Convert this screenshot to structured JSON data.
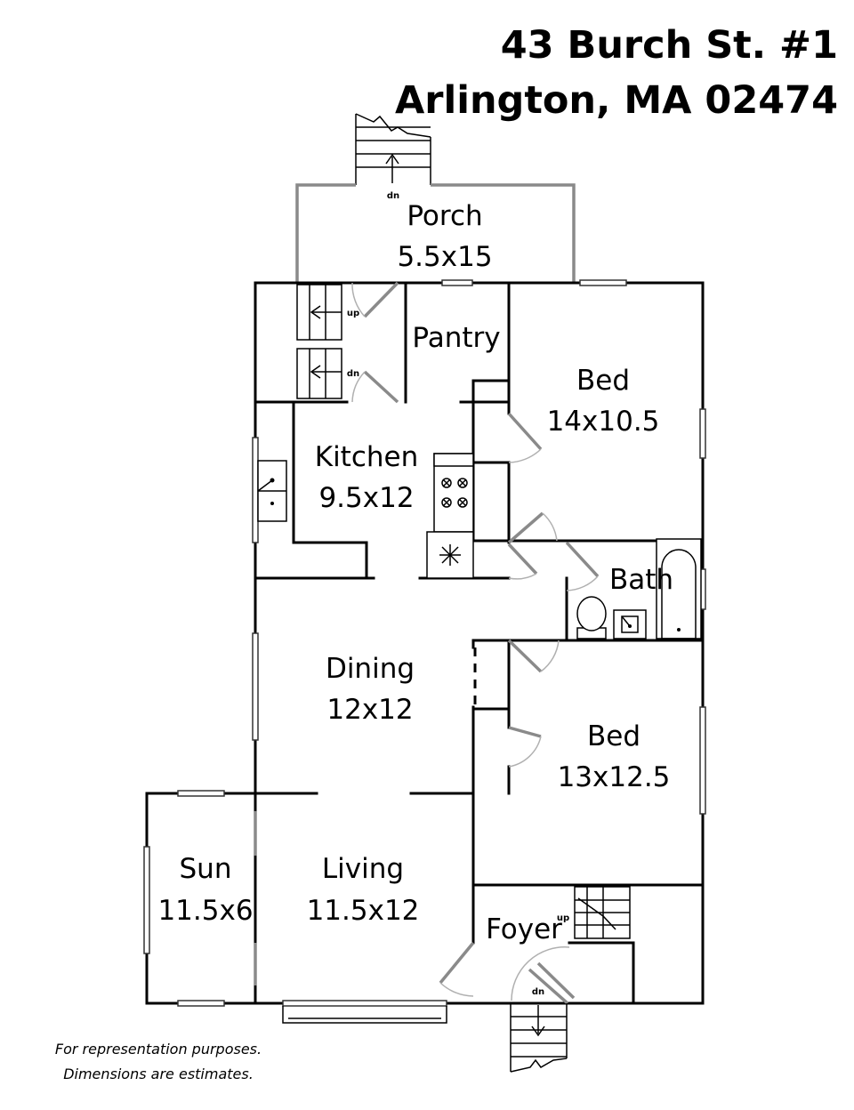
{
  "header": {
    "address_line1": "43 Burch St. #1",
    "address_line2": "Arlington, MA 02474"
  },
  "rooms": {
    "porch": {
      "name": "Porch",
      "dims": "5.5x15"
    },
    "pantry": {
      "name": "Pantry"
    },
    "bed1": {
      "name": "Bed",
      "dims": "14x10.5"
    },
    "kitchen": {
      "name": "Kitchen",
      "dims": "9.5x12"
    },
    "bath": {
      "name": "Bath"
    },
    "dining": {
      "name": "Dining",
      "dims": "12x12"
    },
    "bed2": {
      "name": "Bed",
      "dims": "13x12.5"
    },
    "sun": {
      "name": "Sun",
      "dims": "11.5x6"
    },
    "living": {
      "name": "Living",
      "dims": "11.5x12"
    },
    "foyer": {
      "name": "Foyer"
    }
  },
  "stair_labels": {
    "porch_stairs": "dn",
    "rear_up": "up",
    "rear_dn": "dn",
    "foyer_up": "up",
    "front_dn": "dn"
  },
  "footer": {
    "note_line1": "For representation purposes.",
    "note_line2": "Dimensions are estimates."
  },
  "colors": {
    "walls": "#000000",
    "doors": "#8a8a8a",
    "background": "#ffffff"
  }
}
